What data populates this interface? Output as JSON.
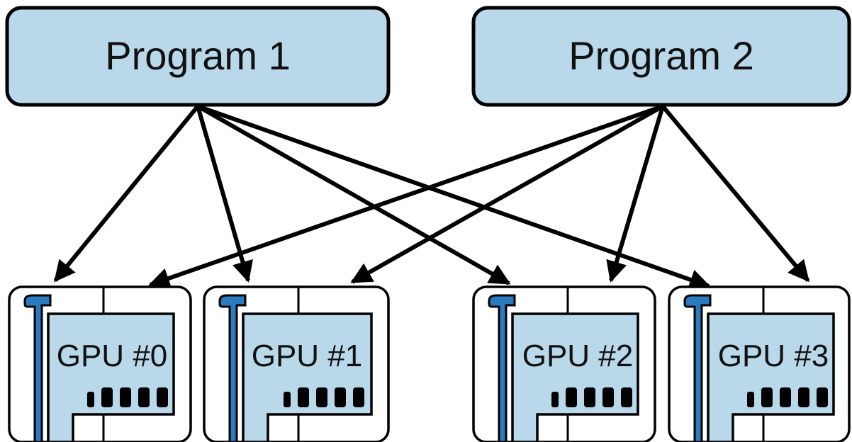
{
  "programs": [
    {
      "id": "program-1",
      "label": "Program 1"
    },
    {
      "id": "program-2",
      "label": "Program 2"
    }
  ],
  "gpus": [
    {
      "id": "gpu-0",
      "label": "GPU #0"
    },
    {
      "id": "gpu-1",
      "label": "GPU #1"
    },
    {
      "id": "gpu-2",
      "label": "GPU #2"
    },
    {
      "id": "gpu-3",
      "label": "GPU #3"
    }
  ],
  "connections": [
    {
      "from": "program-1",
      "to": "gpu-0"
    },
    {
      "from": "program-1",
      "to": "gpu-1"
    },
    {
      "from": "program-1",
      "to": "gpu-2"
    },
    {
      "from": "program-1",
      "to": "gpu-3"
    },
    {
      "from": "program-2",
      "to": "gpu-0"
    },
    {
      "from": "program-2",
      "to": "gpu-1"
    },
    {
      "from": "program-2",
      "to": "gpu-2"
    },
    {
      "from": "program-2",
      "to": "gpu-3"
    }
  ],
  "colors": {
    "box_fill": "#b9d8ea",
    "bracket": "#2a7bbf",
    "stroke": "#000000"
  },
  "icons": {
    "gpu": "gpu-card-icon"
  }
}
